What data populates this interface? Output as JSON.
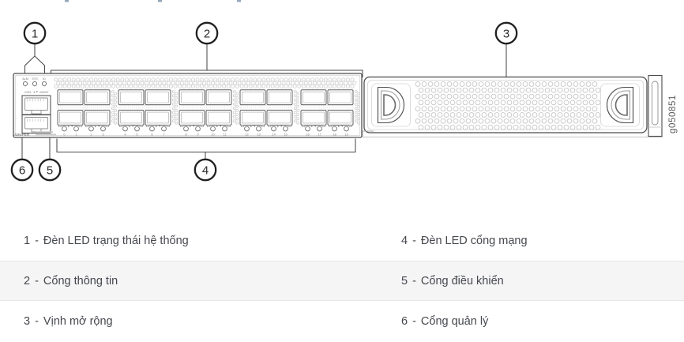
{
  "figure": {
    "callouts": [
      "1",
      "2",
      "3",
      "4",
      "5",
      "6"
    ],
    "status_leds": [
      "ALM",
      "SYS",
      "ID"
    ],
    "port_labels": {
      "console": "CON",
      "management": "MGMT"
    },
    "brand": "JUNIPER",
    "figure_id": "g050851",
    "port_led_numbers": [
      "0",
      "1",
      "2",
      "3",
      "4",
      "5",
      "6",
      "7",
      "8",
      "9",
      "10",
      "11",
      "12",
      "13",
      "14",
      "15",
      "16",
      "17",
      "18",
      "19"
    ]
  },
  "legend": {
    "separator": "-",
    "items": [
      {
        "num": "1",
        "label": "Đèn LED trạng thái hệ thống"
      },
      {
        "num": "2",
        "label": "Cổng thông tin"
      },
      {
        "num": "3",
        "label": "Vịnh mở rộng"
      },
      {
        "num": "4",
        "label": "Đèn LED cổng mạng"
      },
      {
        "num": "5",
        "label": "Cổng điều khiển"
      },
      {
        "num": "6",
        "label": "Cổng quản lý"
      }
    ]
  },
  "colors": {
    "figure_line": "#4a4a4a",
    "vent_line": "#c9c9c9",
    "legend_text": "#45484d",
    "legend_alt_row": "#f5f5f6",
    "figure_id_text": "#5a5a5a"
  }
}
